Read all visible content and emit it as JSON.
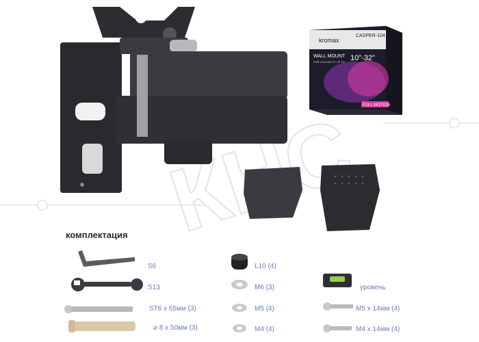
{
  "heading": "комплектация",
  "watermark_text": "КНС",
  "box": {
    "brand": "kromax",
    "model": "CASPER-104",
    "title": "WALL MOUNT",
    "subtitle": "FOR LCD/LED TV UP TO",
    "size_range": "10\"-32\"",
    "motion": "FULL MOTION"
  },
  "parts": [
    {
      "id": "s6",
      "label": "S6"
    },
    {
      "id": "s13",
      "label": "S13"
    },
    {
      "id": "st6",
      "label": "ST6 x 65мм (3)"
    },
    {
      "id": "dowel",
      "label": "⌀ 8 x 50мм (3)"
    },
    {
      "id": "l10",
      "label": "L10 (4)"
    },
    {
      "id": "m6",
      "label": "M6 (3)"
    },
    {
      "id": "m5w",
      "label": "M5 (4)"
    },
    {
      "id": "m4w",
      "label": "M4 (4)"
    },
    {
      "id": "level",
      "label": "уровень"
    },
    {
      "id": "m5s",
      "label": "M5 x 14мм (4)"
    },
    {
      "id": "m4s",
      "label": "M4 x 14мм (4)"
    }
  ],
  "colors": {
    "label": "#6a7cc0",
    "metal": "#2b2b2e",
    "box_bg": "#1c1c2a",
    "accent": "#d63aa0"
  }
}
